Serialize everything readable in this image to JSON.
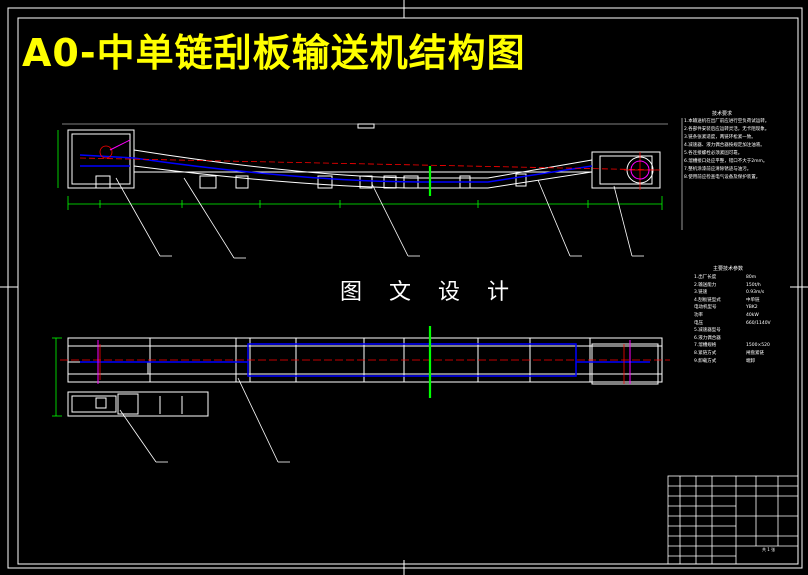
{
  "drawing": {
    "title": "A0-中单链刮板输送机结构图",
    "watermark": "图 文 设 计",
    "colors": {
      "background": "#000000",
      "title": "#ffff00",
      "outline": "#ffffff",
      "hidden": "#0000ff",
      "center": "#ff0000",
      "dimension": "#00ff00",
      "section": "#ff00ff"
    },
    "technical_notes": {
      "title": "技术要求",
      "items": [
        "1.本输送机在出厂前应进行空负荷试运转。",
        "2.各部件安装后应运转灵活，无卡阻现象。",
        "3.链条张紧适度，两链环松紧一致。",
        "4.减速器、液力偶合器按规定加注油液。",
        "5.各连接螺栓必须紧固可靠。",
        "6.溜槽接口处应平整，错口不大于2mm。",
        "7.整机涂漆前应清除锈迹与油污。",
        "8.使用前应检查电气设备及保护装置。"
      ]
    },
    "specs": {
      "title": "主要技术参数",
      "rows": [
        {
          "k": "1.出厂长度",
          "v": "80m"
        },
        {
          "k": "2.输送能力",
          "v": "150t/h"
        },
        {
          "k": "3.链速",
          "v": "0.93m/s"
        },
        {
          "k": "4.刮板链型式",
          "v": "中单链"
        },
        {
          "k": "电动机型号",
          "v": "YBK2"
        },
        {
          "k": "功率",
          "v": "40kW"
        },
        {
          "k": "电压",
          "v": "660/1140V"
        },
        {
          "k": "5.减速器型号",
          "v": ""
        },
        {
          "k": "6.液力偶合器",
          "v": ""
        },
        {
          "k": "7.溜槽规格",
          "v": "1500×520"
        },
        {
          "k": "8.紧链方式",
          "v": "闸盘紧链"
        },
        {
          "k": "9.卸载方式",
          "v": "端卸"
        }
      ]
    },
    "title_block": {
      "label": "共 1 张"
    }
  }
}
